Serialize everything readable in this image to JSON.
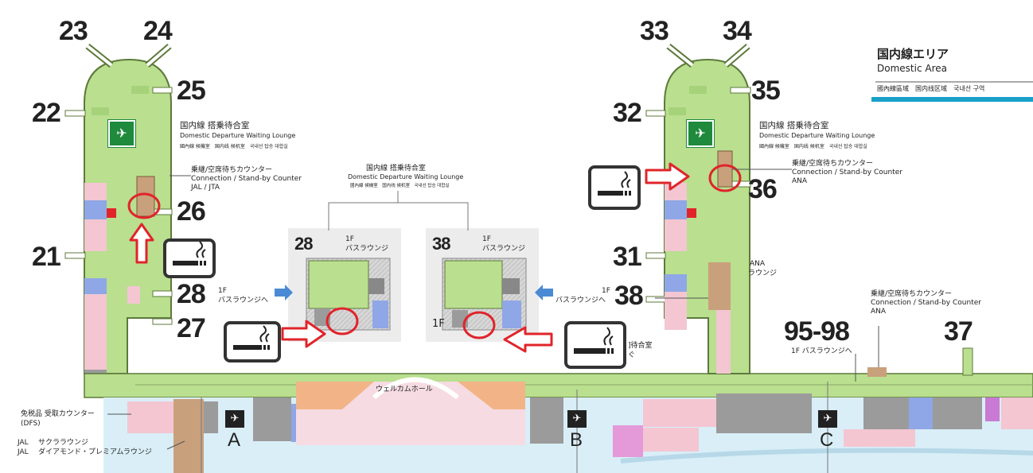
{
  "area_title": {
    "ja": "国内線エリア",
    "en": "Domestic Area",
    "multi": "國內線區域　国内线区域　국내선 구역"
  },
  "gates": {
    "g23": "23",
    "g24": "24",
    "g25": "25",
    "g22": "22",
    "g26": "26",
    "g21": "21",
    "g28": "28",
    "g27": "27",
    "g33": "33",
    "g34": "34",
    "g35": "35",
    "g32": "32",
    "g36": "36",
    "g31": "31",
    "g38": "38",
    "g95": "95-98",
    "g37": "37",
    "sat28": "28",
    "sat38": "38"
  },
  "lounge_left": {
    "ja": "国内線 搭乗待合室",
    "en": "Domestic Departure Waiting Lounge",
    "multi": "國內線 候機室　国内线 候机室　국내선 탑승 대합실"
  },
  "lounge_center": {
    "ja": "国内線 搭乗待合室",
    "en": "Domestic Departure Waiting Lounge",
    "multi": "國內線 候機室　国内线 候机室　국내선 탑승 대합실"
  },
  "lounge_right": {
    "ja": "国内線 搭乗待合室",
    "en": "Domestic Departure Waiting Lounge",
    "multi": "國內線 候機室　国内线 候机室　국내선 탑승 대합실"
  },
  "counter_left": {
    "ja": "乗継/空席待ちカウンター",
    "en": "Connection / Stand-by Counter",
    "airline": "JAL / JTA"
  },
  "counter_right": {
    "ja": "乗継/空席待ちカウンター",
    "en": "Connection / Stand-by Counter",
    "airline": "ANA"
  },
  "counter_lower": {
    "ja": "乗継/空席待ちカウンター",
    "en": "Connection / Stand-by Counter",
    "airline": "ANA"
  },
  "bus_lounge": {
    "floor": "1F",
    "name": "バスラウンジ",
    "to_left": "バスラウンジへ",
    "to_right": "バスラウンジへ",
    "to_9598": "1F バスラウンジへ",
    "sat38_floor": "1F"
  },
  "ana_lounge": {
    "en": "ANA",
    "ja": "ラウンジ"
  },
  "cut_text": {
    "line1": "]待合室",
    "line2": "ぐ"
  },
  "welcome_hall": "ウェルカムホール",
  "dfs": {
    "ja": "免税品 受取カウンター",
    "en": "(DFS)"
  },
  "jal_lounges": {
    "l1_brand": "JAL",
    "l1": "サクララウンジ",
    "l2_brand": "JAL",
    "l2": "ダイアモンド・プレミアムラウンジ"
  },
  "checkpoints": {
    "a": "A",
    "b": "B",
    "c": "C"
  },
  "colors": {
    "concourse": "#b9df8f",
    "outline": "#5d7a3a",
    "pink": "#f3c6d2",
    "blue": "#8fa7e6",
    "gray": "#9b9b9b",
    "tan": "#c9a07c",
    "orange": "#f2b487",
    "highlight": "#e0242a",
    "arrow_blue": "#4a8ad4"
  },
  "icons": {
    "smoking": "smoking-icon",
    "waiting_lounge": "waiting-lounge-icon",
    "departure": "airplane-departure-icon",
    "up_arrow": "red-up-arrow",
    "right_arrow": "red-right-arrow",
    "left_arrow": "red-left-arrow"
  }
}
